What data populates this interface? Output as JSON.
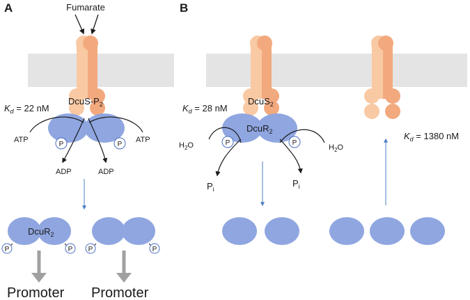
{
  "colors": {
    "membrane": "#e4e4e4",
    "dcus_light": "#f9c9a3",
    "dcus_dark": "#f2a97e",
    "dcur": "#8fa6e0",
    "dcur_edge": "#7b93d4",
    "arrow_blue": "#4a7fc1",
    "arrow_gray": "#a0a0a0",
    "line": "#1a1a1a"
  },
  "panel_a": {
    "label": "A",
    "signal": "Fumarate",
    "sensor": {
      "prefix": "DcuS-P",
      "sub": "2"
    },
    "kd": {
      "symbol": "K",
      "sub": "d",
      "value": " = 22 nM"
    },
    "left_atp": "ATP",
    "right_atp": "ATP",
    "left_adp": "ADP",
    "right_adp": "ADP",
    "phospho": "P",
    "regulator": {
      "prefix": "DcuR",
      "sub": "2"
    },
    "promoter_left": "Promoter",
    "promoter_right": "Promoter"
  },
  "panel_b": {
    "label": "B",
    "sensor": {
      "prefix": "DcuS",
      "sub": "2"
    },
    "kd_bound": {
      "symbol": "K",
      "sub": "d",
      "value": " = 28 nM"
    },
    "regulator": {
      "prefix": "DcuR",
      "sub": "2"
    },
    "water_left": {
      "prefix": "H",
      "sub": "2",
      "suffix": "O"
    },
    "water_right": {
      "prefix": "H",
      "sub": "2",
      "suffix": "O"
    },
    "pi_left": {
      "prefix": "P",
      "sub": "i"
    },
    "pi_right": {
      "prefix": "P",
      "sub": "i"
    },
    "phospho": "P",
    "kd_free": {
      "symbol": "K",
      "sub": "d",
      "value": " = 1380 nM"
    }
  }
}
